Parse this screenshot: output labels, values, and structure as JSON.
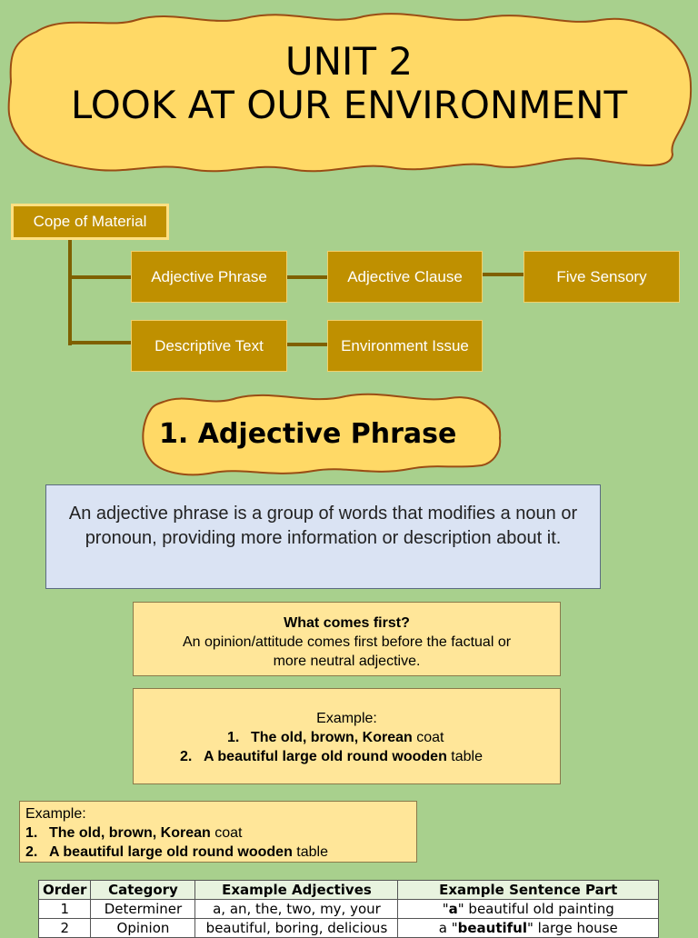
{
  "title": {
    "line1": "UNIT 2",
    "line2": "LOOK AT OUR ENVIRONMENT"
  },
  "mindmap": {
    "root": "Cope of Material",
    "nodes": [
      "Adjective Phrase",
      "Adjective Clause",
      "Five Sensory",
      "Descriptive Text",
      "Environment Issue"
    ]
  },
  "section": {
    "heading": "1. Adjective Phrase"
  },
  "definition": "An adjective phrase is a group of words that modifies a noun or pronoun, providing more information or description about it.",
  "what_first": {
    "title": "What comes first?",
    "text": "An opinion/attitude comes first before the factual or more neutral adjective."
  },
  "example_box": {
    "label": "Example:",
    "items": [
      {
        "num": "1.",
        "bold": "The old, brown, Korean",
        "rest": " coat"
      },
      {
        "num": "2.",
        "bold": "A beautiful large old round wooden",
        "rest": " table"
      }
    ]
  },
  "example_box2": {
    "label": "Example:",
    "items": [
      {
        "num": "1.",
        "bold": "The old, brown, Korean",
        "rest": " coat"
      },
      {
        "num": "2.",
        "bold": "A beautiful large old round wooden",
        "rest": " table"
      }
    ]
  },
  "table": {
    "headers": [
      "Order",
      "Category",
      "Example Adjectives",
      "Example Sentence Part"
    ],
    "rows": [
      {
        "order": "1",
        "category": "Determiner",
        "adjectives": "a, an, the, two, my, your",
        "pre": "\"",
        "bold": "a",
        "post": "\" beautiful old painting"
      },
      {
        "order": "2",
        "category": "Opinion",
        "adjectives": "beautiful, boring, delicious",
        "pre": "a \"",
        "bold": "beautiful",
        "post": "\" large house"
      }
    ]
  },
  "colors": {
    "background": "#a8d08d",
    "blob": "#ffd966",
    "node": "#bf9000",
    "definition_box": "#dae3f3",
    "yellow_box": "#ffe699"
  }
}
